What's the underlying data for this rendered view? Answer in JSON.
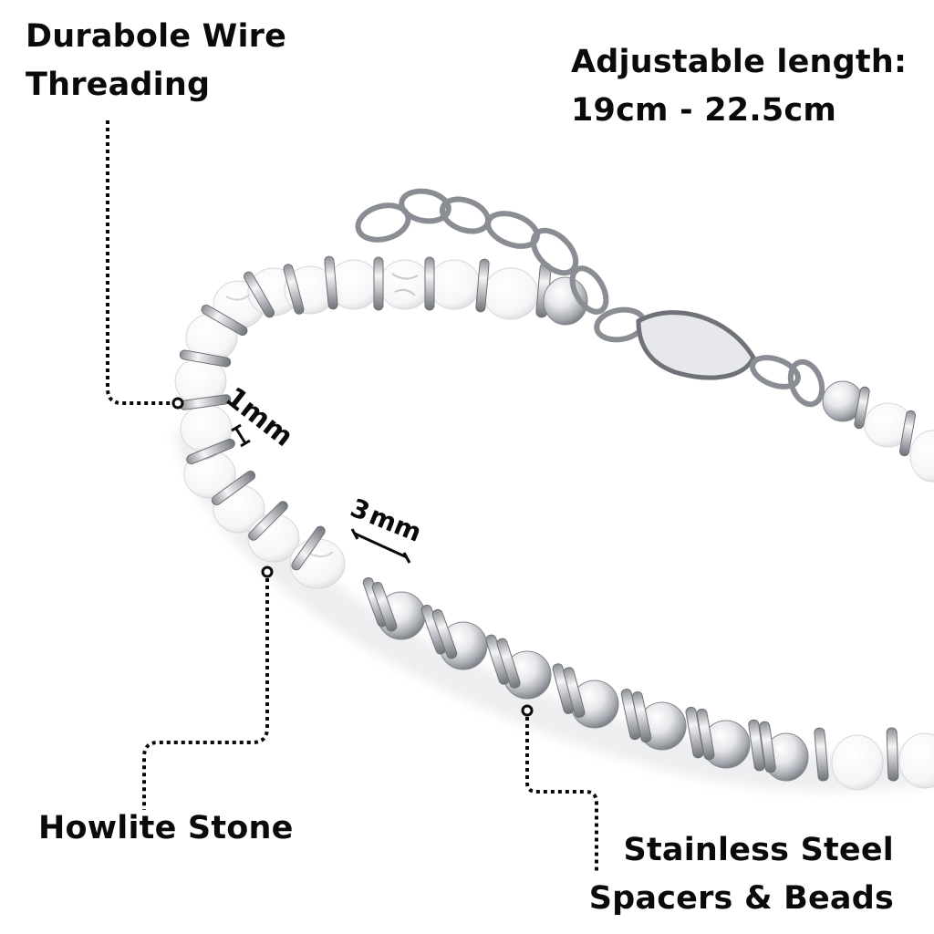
{
  "product": {
    "type": "beaded bracelet",
    "colors": {
      "background": "#ffffff",
      "text": "#0a0a0a",
      "steel_light": "#f2f2f4",
      "steel_mid": "#c9cbd0",
      "steel_dark": "#6c6f75",
      "stone_white": "#fbfbfb",
      "stone_vein": "#d9dadd"
    }
  },
  "callouts": {
    "wire": {
      "lines": [
        "Durabole Wire",
        "Threading"
      ]
    },
    "length": {
      "lines": [
        "Adjustable length:",
        "19cm - 22.5cm"
      ]
    },
    "howlite": {
      "lines": [
        "Howlite Stone"
      ]
    },
    "steel": {
      "lines": [
        "Stainless Steel",
        "Spacers & Beads"
      ]
    }
  },
  "dimensions": {
    "spacer": {
      "value": "1",
      "unit": "mm"
    },
    "bead": {
      "value": "3",
      "unit": "mm"
    }
  },
  "icons": {
    "leader_end": "hollow-circle-marker",
    "leader_line": "dotted-line",
    "dimension_bar": "i-beam-marker"
  }
}
